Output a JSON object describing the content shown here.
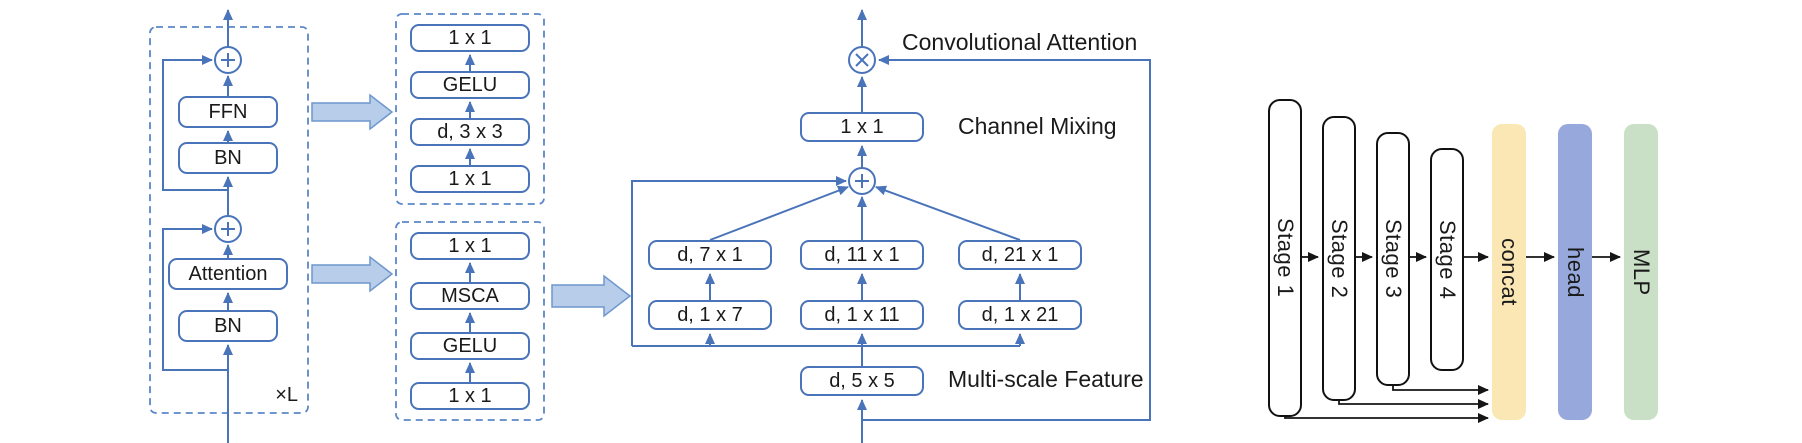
{
  "palette": {
    "line_blue": "#4a74ba",
    "dashed_blue": "#5c87c8",
    "block_arrow_fill": "#b7cde9",
    "block_arrow_border": "#6e97cd",
    "stage_border": "#111111",
    "concat_fill": "#fae7b3",
    "head_fill": "#97a9dc",
    "mlp_fill": "#c9dfc6"
  },
  "encoder_block": {
    "ffn_label": "FFN",
    "bn_top_label": "BN",
    "attention_label": "Attention",
    "bn_bottom_label": "BN",
    "repeat_label": "×L"
  },
  "ffn_detail": {
    "layers_top_to_bottom": [
      "1 x 1",
      "GELU",
      "d, 3 x 3",
      "1 x 1"
    ]
  },
  "attention_detail": {
    "layers_top_to_bottom": [
      "1 x 1",
      "MSCA",
      "GELU",
      "1 x 1"
    ]
  },
  "msca_module": {
    "input_conv": "d, 5 x 5",
    "branch_1": {
      "lower": "d, 1 x 7",
      "upper": "d, 7 x 1"
    },
    "branch_2": {
      "lower": "d, 1 x 11",
      "upper": "d, 11 x 1"
    },
    "branch_3": {
      "lower": "d, 1 x 21",
      "upper": "d, 21 x 1"
    },
    "mixing_conv": "1 x 1",
    "annotation_attention": "Convolutional Attention",
    "annotation_mixing": "Channel Mixing",
    "annotation_multiscale": "Multi-scale Feature"
  },
  "pipeline": {
    "stages": [
      {
        "label": "Stage 1"
      },
      {
        "label": "Stage 2"
      },
      {
        "label": "Stage 3"
      },
      {
        "label": "Stage 4"
      }
    ],
    "concat_label": "concat",
    "head_label": "head",
    "mlp_label": "MLP"
  }
}
